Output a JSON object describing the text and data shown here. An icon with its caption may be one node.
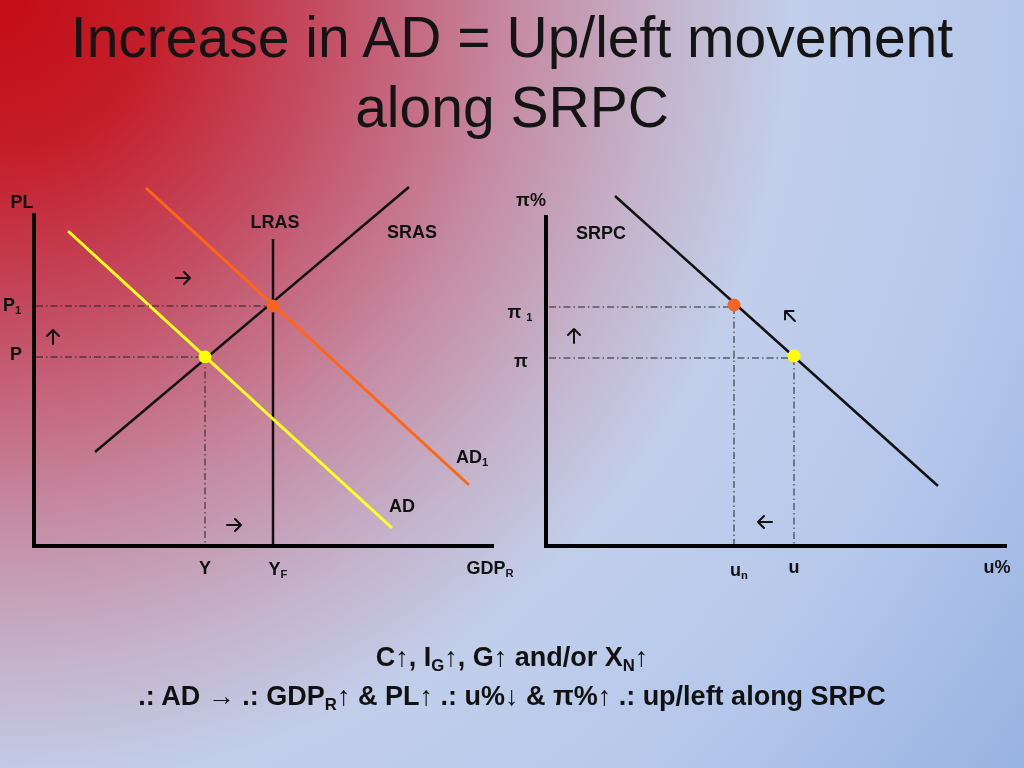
{
  "diagram": {
    "title": "Increase in AD = Up/left movement along SRPC",
    "labels": [
      "PL",
      "LRAS",
      "SRAS",
      "P$_{1}$",
      "P",
      "AD$_{1}$",
      "AD",
      "Y",
      "Y$_{F}$",
      "GDP$_{R}$",
      "π%",
      "SRPC",
      "π $_{1}$",
      "π",
      "u$_{n}$",
      "u",
      "u%",
      "C↑, I$_{G}$↑, G↑ and/or X$_{N}$↑",
      ".: AD → .: GDP$_{R}$↑ & PL↑ .: u%↓ & π%↑ .: up/left along SRPC"
    ]
  }
}
